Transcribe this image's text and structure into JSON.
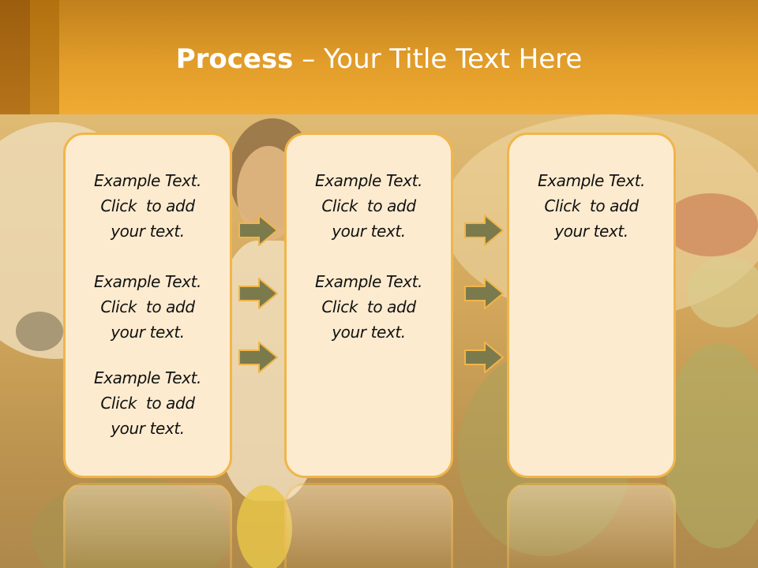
{
  "title": {
    "bold": "Process",
    "rest": "  – Your Title Text Here"
  },
  "colors": {
    "header": "#e29d2a",
    "panel_fill": "#fcebcf",
    "panel_border": "#f0b54a",
    "arrow_fill": "#7b7a4c"
  },
  "columns": [
    {
      "items": [
        [
          "Example Text.",
          "Click  to add",
          "your text."
        ],
        [
          "Example Text.",
          "Click  to add",
          "your text."
        ],
        [
          "Example Text.",
          "Click  to add",
          "your text."
        ]
      ]
    },
    {
      "items": [
        [
          "Example Text.",
          "Click  to add",
          "your text."
        ],
        [
          "Example Text.",
          "Click  to add",
          "your text."
        ]
      ]
    },
    {
      "items": [
        [
          "Example Text.",
          "Click  to add",
          "your text."
        ]
      ]
    }
  ],
  "arrows": {
    "icon": "right-arrow-icon",
    "per_gap": 3
  }
}
